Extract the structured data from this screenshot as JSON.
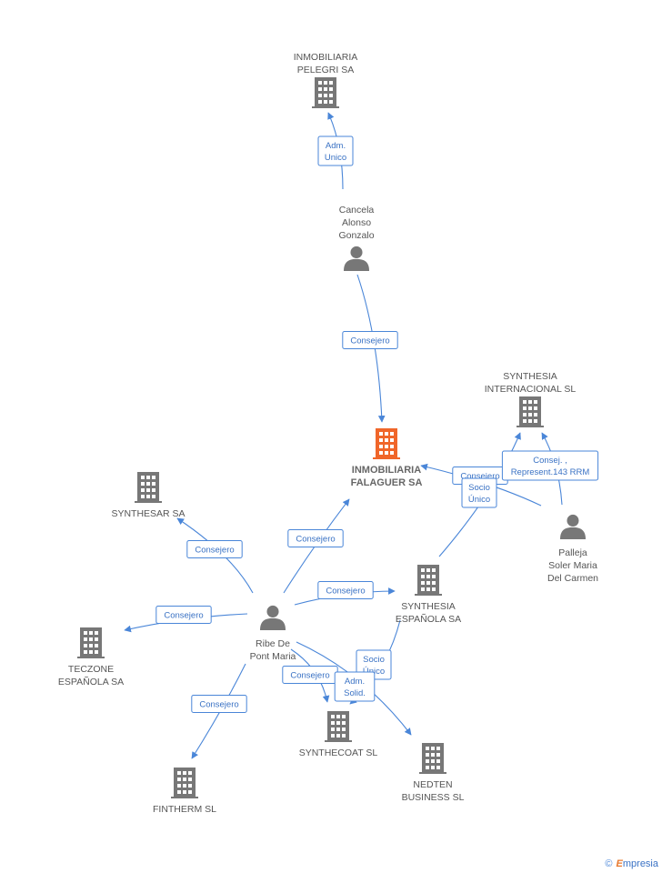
{
  "colors": {
    "node": "#777777",
    "main_node": "#f0662a",
    "edge": "#4a86d8"
  },
  "nodes": [
    {
      "id": "pelegri",
      "kind": "company",
      "lines": [
        "INMOBILIARIA",
        "PELEGRI SA"
      ]
    },
    {
      "id": "cancela",
      "kind": "person",
      "lines": [
        "Cancela",
        "Alonso",
        "Gonzalo"
      ]
    },
    {
      "id": "falaguer",
      "kind": "company",
      "main": true,
      "lines": [
        "INMOBILIARIA",
        "FALAGUER SA"
      ]
    },
    {
      "id": "synthint",
      "kind": "company",
      "lines": [
        "SYNTHESIA",
        "INTERNACIONAL SL"
      ]
    },
    {
      "id": "synthesar",
      "kind": "company",
      "lines": [
        "SYNTHESAR SA"
      ]
    },
    {
      "id": "palleja",
      "kind": "person",
      "lines": [
        "Palleja",
        "Soler Maria",
        "Del Carmen"
      ]
    },
    {
      "id": "synthesp",
      "kind": "company",
      "lines": [
        "SYNTHESIA",
        "ESPAÑOLA SA"
      ]
    },
    {
      "id": "ribe",
      "kind": "person",
      "lines": [
        "Ribe De",
        "Pont Maria"
      ]
    },
    {
      "id": "teczone",
      "kind": "company",
      "lines": [
        "TECZONE",
        "ESPAÑOLA SA"
      ]
    },
    {
      "id": "synthecoat",
      "kind": "company",
      "lines": [
        "SYNTHECOAT SL"
      ]
    },
    {
      "id": "nedten",
      "kind": "company",
      "lines": [
        "NEDTEN",
        "BUSINESS  SL"
      ]
    },
    {
      "id": "fintherm",
      "kind": "company",
      "lines": [
        "FINTHERM SL"
      ]
    }
  ],
  "edges": [
    {
      "from": "cancela",
      "to": "pelegri",
      "label": [
        "Adm.",
        "Unico"
      ]
    },
    {
      "from": "cancela",
      "to": "falaguer",
      "label": [
        "Consejero"
      ]
    },
    {
      "from": "palleja",
      "to": "falaguer",
      "label": [
        "Consejero"
      ]
    },
    {
      "from": "palleja",
      "to": "synthint",
      "label": [
        "Consej. ,",
        "Represent.143 RRM"
      ]
    },
    {
      "from": "synthesp",
      "to": "synthint",
      "label": [
        "Socio",
        "Único"
      ]
    },
    {
      "from": "ribe",
      "to": "falaguer",
      "label": [
        "Consejero"
      ]
    },
    {
      "from": "ribe",
      "to": "synthesar",
      "label": [
        "Consejero"
      ]
    },
    {
      "from": "ribe",
      "to": "synthesp",
      "label": [
        "Consejero"
      ]
    },
    {
      "from": "ribe",
      "to": "teczone",
      "label": [
        "Consejero"
      ]
    },
    {
      "from": "ribe",
      "to": "fintherm",
      "label": [
        "Consejero"
      ]
    },
    {
      "from": "ribe",
      "to": "synthecoat",
      "label": [
        "Consejero"
      ]
    },
    {
      "from": "synthesp",
      "to": "synthecoat",
      "label": [
        "Socio",
        "Único"
      ]
    },
    {
      "from": "ribe",
      "to": "nedten",
      "label": [
        "Adm.",
        "Solid."
      ]
    }
  ],
  "footer": {
    "copyright": "©",
    "brand_first": "E",
    "brand_rest": "mpresia"
  }
}
